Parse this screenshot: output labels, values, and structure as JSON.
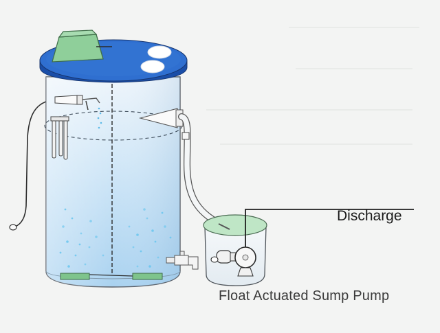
{
  "labels": {
    "discharge": "Discharge",
    "pump": "Float Actuated Sump Pump"
  },
  "components": [
    "main-tank",
    "tank-lid",
    "lid-ports",
    "lid-motor-housing",
    "center-shaft",
    "sensor-cable",
    "sensor-probes",
    "spray-nozzle",
    "inlet-cone",
    "transfer-hose",
    "hose-clamp",
    "drain-spigot",
    "air-diffusers",
    "bubbles",
    "sump-pump-vessel",
    "pump-head",
    "discharge-pipe"
  ],
  "colors": {
    "background": "#f3f4f3",
    "tank_top": "#eef5fb",
    "tank_bottom": "#a9d2f0",
    "lid": "#1f57b8",
    "lid_top": "#2f6fd0",
    "motor_housing": "#8fcf9a",
    "diffuser": "#7ec48c",
    "bubble": "#69c6ee",
    "outline": "#4a4f57",
    "sump_lid": "#bfe6c6"
  }
}
